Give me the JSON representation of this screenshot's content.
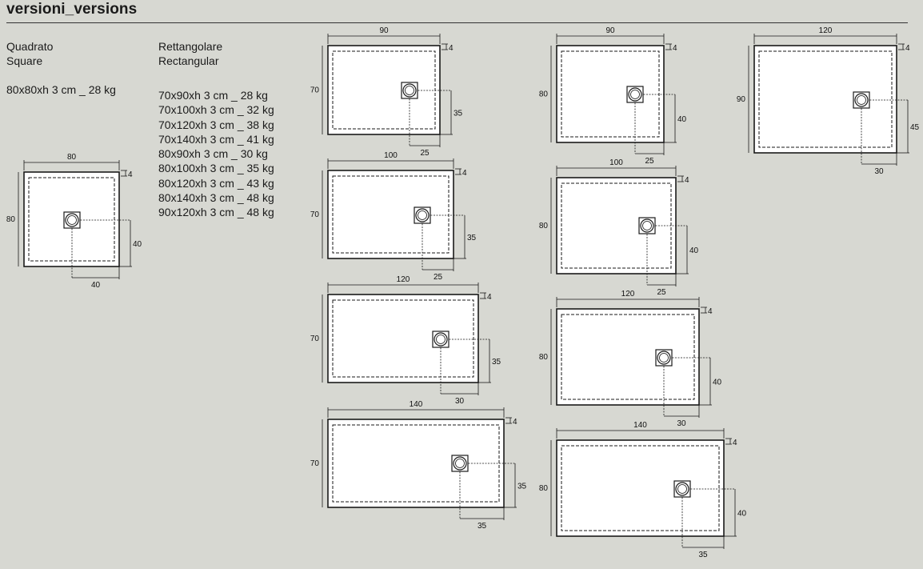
{
  "title": "versioni_versions",
  "square": {
    "heading_it": "Quadrato",
    "heading_en": "Square",
    "spec": "80x80xh 3 cm _ 28 kg"
  },
  "rectangular": {
    "heading_it": "Rettangolare",
    "heading_en": "Rectangular",
    "specs": [
      "70x90xh 3 cm _ 28 kg",
      "70x100xh 3 cm _ 32 kg",
      "70x120xh 3 cm _ 38 kg",
      "70x140xh 3 cm _ 41 kg",
      "80x90xh 3 cm _ 30 kg",
      "80x100xh 3 cm _ 35 kg",
      "80x120xh 3 cm _ 43 kg",
      "80x140xh 3 cm _ 48 kg",
      "90x120xh 3 cm _ 48 kg"
    ]
  },
  "drawings": [
    {
      "id": "80x80",
      "width": "80",
      "depth": "80",
      "drain_y": "40",
      "drain_x": "40",
      "rim": "4"
    },
    {
      "id": "70x90",
      "width": "90",
      "depth": "70",
      "drain_y": "35",
      "drain_x": "25",
      "rim": "4"
    },
    {
      "id": "70x100",
      "width": "100",
      "depth": "70",
      "drain_y": "35",
      "drain_x": "25",
      "rim": "4"
    },
    {
      "id": "70x120",
      "width": "120",
      "depth": "70",
      "drain_y": "35",
      "drain_x": "30",
      "rim": "4"
    },
    {
      "id": "70x140",
      "width": "140",
      "depth": "70",
      "drain_y": "35",
      "drain_x": "35",
      "rim": "4"
    },
    {
      "id": "80x90",
      "width": "90",
      "depth": "80",
      "drain_y": "40",
      "drain_x": "25",
      "rim": "4"
    },
    {
      "id": "80x100",
      "width": "100",
      "depth": "80",
      "drain_y": "40",
      "drain_x": "25",
      "rim": "4"
    },
    {
      "id": "80x120",
      "width": "120",
      "depth": "80",
      "drain_y": "40",
      "drain_x": "30",
      "rim": "4"
    },
    {
      "id": "80x140",
      "width": "140",
      "depth": "80",
      "drain_y": "40",
      "drain_x": "35",
      "rim": "4"
    },
    {
      "id": "90x120",
      "width": "120",
      "depth": "90",
      "drain_y": "45",
      "drain_x": "30",
      "rim": "4"
    }
  ]
}
